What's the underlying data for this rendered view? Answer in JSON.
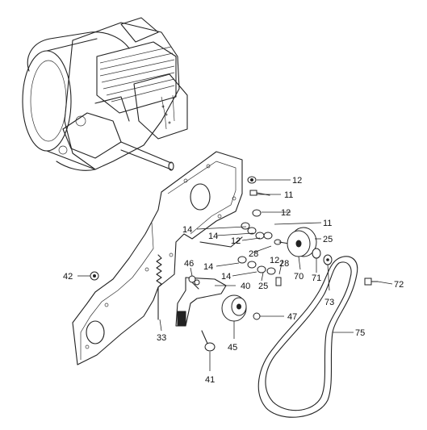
{
  "labels": {
    "p11a": "11",
    "p11b": "11",
    "p12a": "12",
    "p12b": "12",
    "p12c": "12",
    "p12d": "12",
    "p14a": "14",
    "p14b": "14",
    "p14c": "14",
    "p14d": "14",
    "p25a": "25",
    "p25b": "25",
    "p28a": "28",
    "p28b": "28",
    "p33": "33",
    "p40": "40",
    "p41": "41",
    "p42": "42",
    "p45": "45",
    "p46": "46",
    "p47": "47",
    "p70": "70",
    "p71": "71",
    "p72": "72",
    "p73": "73",
    "p75": "75"
  }
}
